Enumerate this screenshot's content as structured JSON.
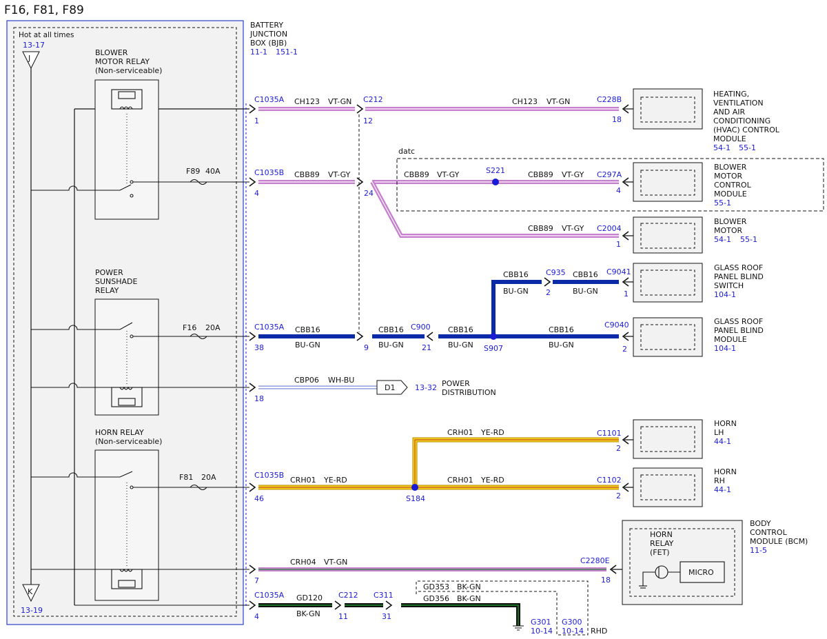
{
  "title": "F16, F81, F89",
  "bjb": {
    "name": [
      "BATTERY",
      "JUNCTION",
      "BOX (BJB)"
    ],
    "refs": [
      "11-1",
      "151-1"
    ],
    "hot_label": "Hot at all times",
    "ref_top": "13-17",
    "ref_bottom": "13-19",
    "node_top": "J",
    "node_bottom": "K"
  },
  "relays": {
    "blower": [
      "BLOWER",
      "MOTOR RELAY",
      "(Non-serviceable)"
    ],
    "sunshade": [
      "POWER",
      "SUNSHADE",
      "RELAY"
    ],
    "horn": [
      "HORN RELAY",
      "(Non-serviceable)"
    ]
  },
  "fuses": {
    "f89": {
      "name": "F89",
      "rating": "40A"
    },
    "f16": {
      "name": "F16",
      "rating": "20A"
    },
    "f81": {
      "name": "F81",
      "rating": "20A"
    }
  },
  "connectors": {
    "c1035a_1": {
      "name": "C1035A",
      "pin": "1"
    },
    "c1035b_4": {
      "name": "C1035B",
      "pin": "4"
    },
    "c1035a_38": {
      "name": "C1035A",
      "pin": "38"
    },
    "pin_18": "18",
    "c1035b_46": {
      "name": "C1035B",
      "pin": "46"
    },
    "pin_7": "7",
    "c1035a_4": {
      "name": "C1035A",
      "pin": "4"
    },
    "c212_12": {
      "name": "C212",
      "pin": "12"
    },
    "pin_24": "24",
    "pin_9": "9",
    "c900": {
      "name": "C900",
      "pin": "21"
    },
    "c935": {
      "name": "C935",
      "pin": "2"
    },
    "c212_11": {
      "name": "C212",
      "pin": "11"
    },
    "c311": {
      "name": "C311",
      "pin": "31"
    },
    "c228b": {
      "name": "C228B",
      "pin": "18"
    },
    "c297a": {
      "name": "C297A",
      "pin": "4"
    },
    "c2004": {
      "name": "C2004",
      "pin": "1"
    },
    "c9041": {
      "name": "C9041",
      "pin": "1"
    },
    "c9040": {
      "name": "C9040",
      "pin": "2"
    },
    "c1101": {
      "name": "C1101",
      "pin": "2"
    },
    "c1102": {
      "name": "C1102",
      "pin": "2"
    },
    "c2280e": {
      "name": "C2280E",
      "pin": "18"
    }
  },
  "wires": {
    "ch123": {
      "circuit": "CH123",
      "color": "VT-GN"
    },
    "cbb89": {
      "circuit": "CBB89",
      "color": "VT-GY"
    },
    "cbb16": {
      "circuit": "CBB16",
      "color": "BU-GN"
    },
    "cbp06": {
      "circuit": "CBP06",
      "color": "WH-BU"
    },
    "crh01": {
      "circuit": "CRH01",
      "color": "YE-RD"
    },
    "crh04": {
      "circuit": "CRH04",
      "color": "VT-GN"
    },
    "gd120": {
      "circuit": "GD120",
      "color": "BK-GN"
    },
    "gd353": {
      "circuit": "GD353",
      "color": "BK-GN"
    },
    "gd356": {
      "circuit": "GD356",
      "color": "BK-GN"
    }
  },
  "splices": {
    "s221": "S221",
    "s907": "S907",
    "s184": "S184"
  },
  "datc_label": "datc",
  "power_dist": {
    "tag": "D1",
    "ref": "13-32",
    "label": [
      "POWER",
      "DISTRIBUTION"
    ]
  },
  "grounds": {
    "g301": {
      "name": "G301",
      "ref": "10-14"
    },
    "g300": {
      "name": "G300",
      "ref": "10-14"
    },
    "rhd": "RHD"
  },
  "components": {
    "hvac": {
      "lines": [
        "HEATING,",
        "VENTILATION",
        "AND AIR",
        "CONDITIONING",
        "(HVAC) CONTROL",
        "MODULE"
      ],
      "refs": [
        "54-1",
        "55-1"
      ]
    },
    "bmcm": {
      "lines": [
        "BLOWER",
        "MOTOR",
        "CONTROL",
        "MODULE"
      ],
      "refs": [
        "55-1"
      ]
    },
    "blower_motor": {
      "lines": [
        "BLOWER",
        "MOTOR"
      ],
      "refs": [
        "54-1",
        "55-1"
      ]
    },
    "blind_switch": {
      "lines": [
        "GLASS ROOF",
        "PANEL BLIND",
        "SWITCH"
      ],
      "refs": [
        "104-1"
      ]
    },
    "blind_module": {
      "lines": [
        "GLASS ROOF",
        "PANEL BLIND",
        "MODULE"
      ],
      "refs": [
        "104-1"
      ]
    },
    "horn_lh": {
      "lines": [
        "HORN",
        "LH"
      ],
      "refs": [
        "44-1"
      ]
    },
    "horn_rh": {
      "lines": [
        "HORN",
        "RH"
      ],
      "refs": [
        "44-1"
      ]
    },
    "bcm": {
      "lines": [
        "BODY",
        "CONTROL",
        "MODULE (BCM)"
      ],
      "refs": [
        "11-5"
      ],
      "inner": [
        "HORN",
        "RELAY",
        "(FET)"
      ],
      "micro": "MICRO"
    }
  },
  "colors": {
    "violet": "#c77fcf",
    "blue": "#0a2aa8",
    "yellow": "#f3d21a",
    "black": "#111111",
    "green": "#1f8a2a",
    "label_blue": "#1a1ad6"
  }
}
